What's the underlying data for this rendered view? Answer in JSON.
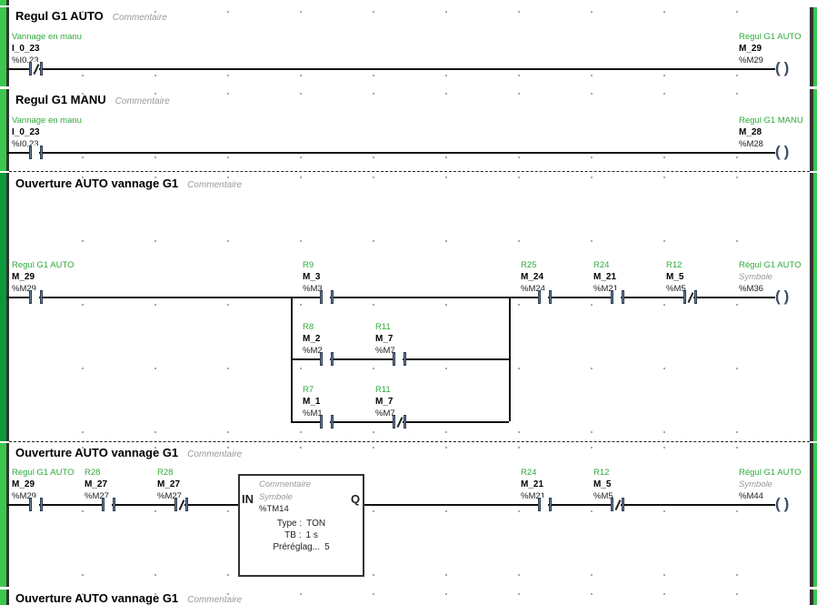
{
  "rungs": [
    {
      "title": "Regul G1 AUTO",
      "comment": "Commentaire",
      "elements": [
        {
          "kind": "contact_nc",
          "comment": "Vannage en manu",
          "symbol": "I_0_23",
          "address": "%I0.23"
        },
        {
          "kind": "coil",
          "comment": "Regul G1 AUTO",
          "symbol": "M_29",
          "address": "%M29"
        }
      ]
    },
    {
      "title": "Regul G1 MANU",
      "comment": "Commentaire",
      "elements": [
        {
          "kind": "contact_no",
          "comment": "Vannage en manu",
          "symbol": "I_0_23",
          "address": "%I0.23"
        },
        {
          "kind": "coil",
          "comment": "Regul G1 MANU",
          "symbol": "M_28",
          "address": "%M28"
        }
      ]
    },
    {
      "title": "Ouverture AUTO vannage G1",
      "comment": "Commentaire",
      "elements": [
        {
          "kind": "contact_no",
          "comment": "Regul G1 AUTO",
          "symbol": "M_29",
          "address": "%M29"
        },
        {
          "kind": "contact_no",
          "comment": "R9",
          "symbol": "M_3",
          "address": "%M3"
        },
        {
          "kind": "contact_no",
          "comment": "R25",
          "symbol": "M_24",
          "address": "%M24"
        },
        {
          "kind": "contact_no",
          "comment": "R24",
          "symbol": "M_21",
          "address": "%M21"
        },
        {
          "kind": "contact_nc",
          "comment": "R12",
          "symbol": "M_5",
          "address": "%M5"
        },
        {
          "kind": "coil",
          "comment": "Régul G1 AUTO",
          "symbol": "Symbole",
          "address": "%M36"
        },
        {
          "kind": "contact_no",
          "comment": "R8",
          "symbol": "M_2",
          "address": "%M2"
        },
        {
          "kind": "contact_no",
          "comment": "R11",
          "symbol": "M_7",
          "address": "%M7"
        },
        {
          "kind": "contact_no",
          "comment": "R7",
          "symbol": "M_1",
          "address": "%M1"
        },
        {
          "kind": "contact_nc",
          "comment": "R11",
          "symbol": "M_7",
          "address": "%M7"
        }
      ]
    },
    {
      "title": "Ouverture AUTO vannage G1",
      "comment": "Commentaire",
      "elements": [
        {
          "kind": "contact_no",
          "comment": "Regul G1 AUTO",
          "symbol": "M_29",
          "address": "%M29"
        },
        {
          "kind": "contact_no",
          "comment": "R28",
          "symbol": "M_27",
          "address": "%M27"
        },
        {
          "kind": "contact_nc",
          "comment": "R28",
          "symbol": "M_27",
          "address": "%M27"
        },
        {
          "kind": "contact_no",
          "comment": "R24",
          "symbol": "M_21",
          "address": "%M21"
        },
        {
          "kind": "contact_nc",
          "comment": "R12",
          "symbol": "M_5",
          "address": "%M5"
        },
        {
          "kind": "coil",
          "comment": "Régul G1 AUTO",
          "symbol": "Symbole",
          "address": "%M44"
        }
      ],
      "timer": {
        "input": "IN",
        "output": "Q",
        "comment": "Commentaire",
        "symbol": "Symbole",
        "address": "%TM14",
        "type_label": "Type :",
        "type": "TON",
        "tb_label": "TB :",
        "tb": "1 s",
        "preset_label": "Préréglag...",
        "preset": "5"
      }
    },
    {
      "title": "Ouverture AUTO vannage G1",
      "comment": "Commentaire",
      "elements": []
    }
  ]
}
